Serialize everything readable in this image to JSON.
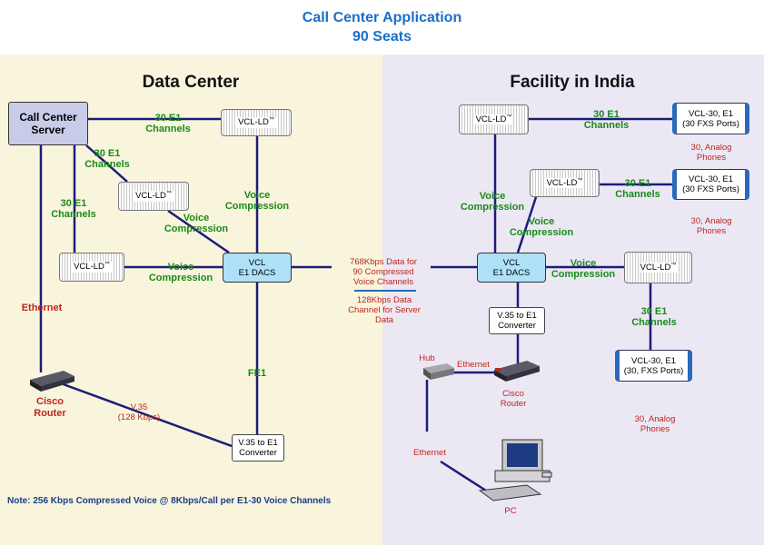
{
  "title": {
    "line1": "Call Center Application",
    "line2": "90 Seats"
  },
  "left": {
    "heading": "Data Center",
    "server": {
      "line1": "Call Center",
      "line2": "Server"
    },
    "vcl_ld_1": "VCL-LD",
    "vcl_ld_2": "VCL-LD",
    "vcl_ld_3": "VCL-LD",
    "tm": "™",
    "dacs": {
      "line1": "VCL",
      "line2": "E1 DACS"
    },
    "converter": {
      "line1": "V.35 to E1",
      "line2": "Converter"
    },
    "router_label": {
      "line1": "Cisco",
      "line2": "Router"
    },
    "ethernet": "Ethernet",
    "v35": {
      "line1": "V.35",
      "line2": "(128 Kbps)"
    },
    "fe1": "FE1",
    "e1_top": {
      "line1": "30 E1",
      "line2": "Channels"
    },
    "e1_mid": {
      "line1": "30 E1",
      "line2": "Channels"
    },
    "e1_left": {
      "line1": "30 E1",
      "line2": "Channels"
    },
    "vc_top": {
      "line1": "Voice",
      "line2": "Compression"
    },
    "vc_mid": {
      "line1": "Voice",
      "line2": "Compression"
    },
    "vc_low": {
      "line1": "Voice",
      "line2": "Compression"
    }
  },
  "center": {
    "data768": {
      "line1": "768Kbps Data for",
      "line2": "90 Compressed",
      "line3": "Voice Channels"
    },
    "data128": {
      "line1": "128Kbps Data",
      "line2": "Channel for Server",
      "line3": "Data"
    }
  },
  "right": {
    "heading": "Facility in India",
    "vcl_ld_1": "VCL-LD",
    "vcl_ld_2": "VCL-LD",
    "vcl_ld_3": "VCL-LD",
    "vcl30_1": {
      "line1": "VCL-30, E1",
      "line2": "(30 FXS Ports)"
    },
    "vcl30_2": {
      "line1": "VCL-30, E1",
      "line2": "(30 FXS Ports)"
    },
    "vcl30_3": {
      "line1": "VCL-30, E1",
      "line2": "(30, FXS Ports)"
    },
    "phones_1": {
      "line1": "30, Analog",
      "line2": "Phones"
    },
    "phones_2": {
      "line1": "30, Analog",
      "line2": "Phones"
    },
    "phones_3": {
      "line1": "30, Analog",
      "line2": "Phones"
    },
    "e1_1": {
      "line1": "30 E1",
      "line2": "Channels"
    },
    "e1_2": {
      "line1": "30 E1",
      "line2": "Channels"
    },
    "e1_3": {
      "line1": "30 E1",
      "line2": "Channels"
    },
    "vc_1": {
      "line1": "Voice",
      "line2": "Compression"
    },
    "vc_2": {
      "line1": "Voice",
      "line2": "Compression"
    },
    "vc_3": {
      "line1": "Voice",
      "line2": "Compression"
    },
    "dacs": {
      "line1": "VCL",
      "line2": "E1 DACS"
    },
    "converter": {
      "line1": "V.35 to E1",
      "line2": "Converter"
    },
    "hub": "Hub",
    "ethernet_1": "Ethernet",
    "ethernet_2": "Ethernet",
    "router_label": {
      "line1": "Cisco",
      "line2": "Router"
    },
    "pc": "PC"
  },
  "note": "Note: 256 Kbps Compressed Voice @ 8Kbps/Call per E1-30 Voice Channels",
  "colors": {
    "line": "#1c1c7a",
    "label_green": "#1a8a1a",
    "label_red": "#c0241c",
    "title_blue": "#1a6fc8"
  }
}
